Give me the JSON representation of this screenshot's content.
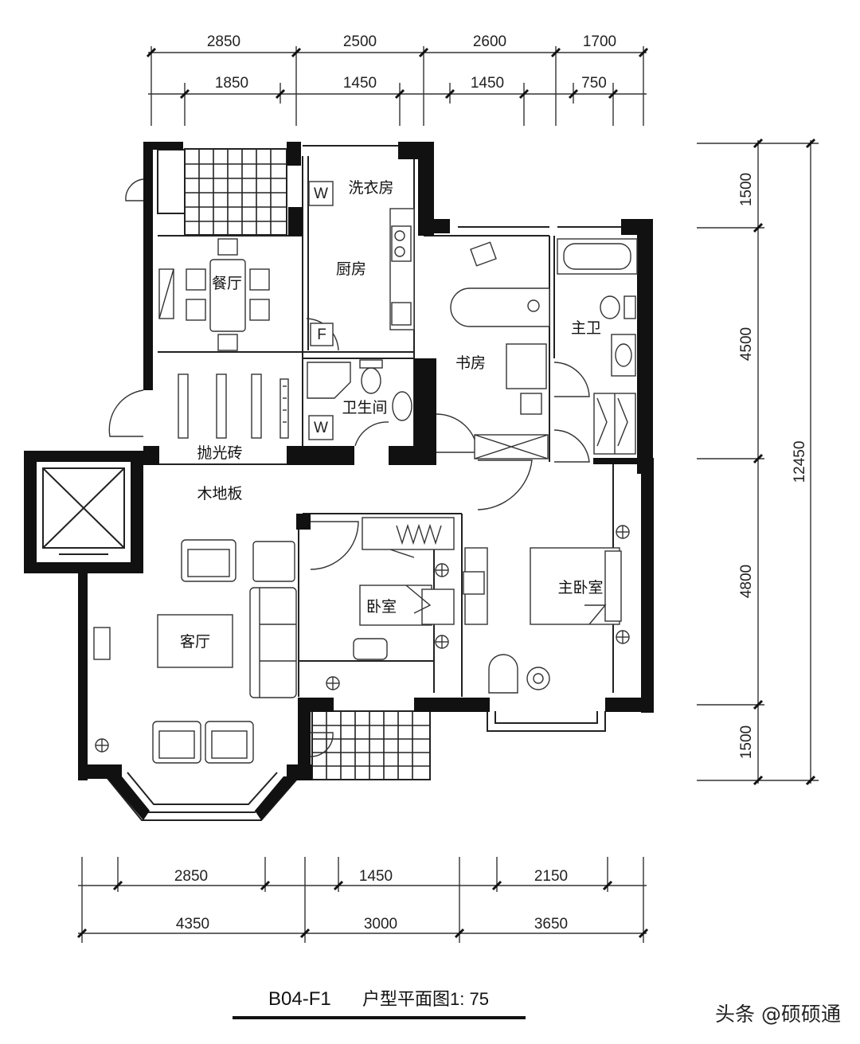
{
  "title": {
    "code": "B04-F1",
    "label": "户型平面图1: 75"
  },
  "watermark": "头条 @硕硕通",
  "dimensions": {
    "top_outer": [
      "2850",
      "2500",
      "2600",
      "1700"
    ],
    "top_inner": [
      "1850",
      "1450",
      "1450",
      "750"
    ],
    "right_segments": [
      "1500",
      "4500",
      "4800",
      "1500"
    ],
    "right_total": "12450",
    "bottom_inner": [
      "2850",
      "1450",
      "2150"
    ],
    "bottom_outer": [
      "4350",
      "3000",
      "3650"
    ]
  },
  "rooms": {
    "laundry": "洗衣房",
    "kitchen": "厨房",
    "dining": "餐厅",
    "study": "书房",
    "master_bath": "主卫",
    "guest_bath": "卫生间",
    "polished_tile": "抛光砖",
    "wood_floor": "木地板",
    "bedroom": "卧室",
    "master_bedroom": "主卧室",
    "living_room": "客厅"
  },
  "fixture_labels": {
    "washer_1": "W",
    "washer_2": "W",
    "fridge": "F"
  }
}
